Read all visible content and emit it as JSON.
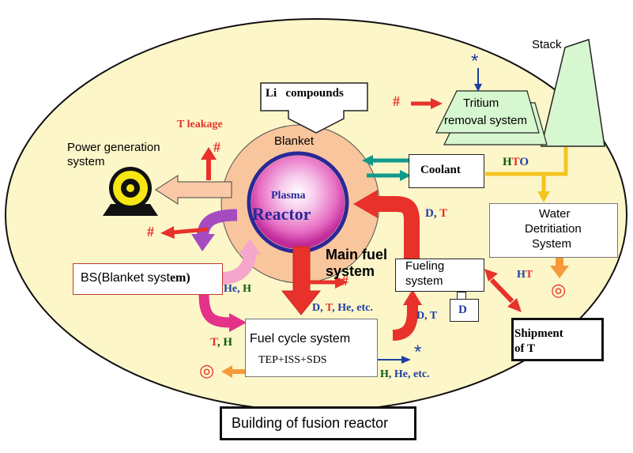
{
  "building": {
    "caption": "Building of fusion reactor"
  },
  "stack": {
    "label": "Stack"
  },
  "reactor": {
    "blanket_label": "Blanket",
    "plasma_label": "Plasma",
    "reactor_label": "Reactor"
  },
  "li_compounds": {
    "label": "Li   compounds"
  },
  "tritium_removal": {
    "line1": "Tritium",
    "line2": "removal system"
  },
  "coolant": {
    "label": "Coolant"
  },
  "water_detritiation": {
    "line1": "Water",
    "line2": "Detritiation",
    "line3": "System"
  },
  "power_generation": {
    "line1": "Power generation",
    "line2": "system"
  },
  "bs": {
    "label_prefix": "BS(Blanket syst",
    "label_suffix": "em)"
  },
  "main_fuel": {
    "line1": "Main fuel",
    "line2": "system"
  },
  "fueling": {
    "line1": "Fueling",
    "line2": "system",
    "d_tank": "D"
  },
  "fuel_cycle": {
    "line1": "Fuel cycle system",
    "line2": "TEP+ISS+SDS"
  },
  "shipment": {
    "line1": "Shipment",
    "line2": "of T"
  },
  "labels": {
    "t_leakage": "T leakage",
    "hash": "#",
    "asterisk": "*",
    "double_circle": "◎",
    "hto_h": "H",
    "hto_t": "T",
    "hto_o": "O",
    "dt_d": "D",
    "dt_sep": ", ",
    "dt_t": "T",
    "ht_h": "H",
    "ht_t": "T",
    "he_h_he": "He",
    "he_h_sep": ", ",
    "he_h_h": "H",
    "dthe_d": "D",
    "dthe_t": "T",
    "dthe_rest": "He, etc.",
    "th_t": "T",
    "th_h": "H",
    "hhe_h": "H",
    "hhe_rest": "He, etc."
  },
  "colors": {
    "red": "#e8312a",
    "blue": "#1e3fa6",
    "green": "#0a5a14",
    "teal": "#0f9a8c",
    "yellow": "#f2c51f",
    "orange": "#f59a3a",
    "pink": "#e4318a",
    "purple": "#a54bc0",
    "cream": "#fdf6c9",
    "blanket": "#f8c59c",
    "stack": "#d6f7cf"
  }
}
